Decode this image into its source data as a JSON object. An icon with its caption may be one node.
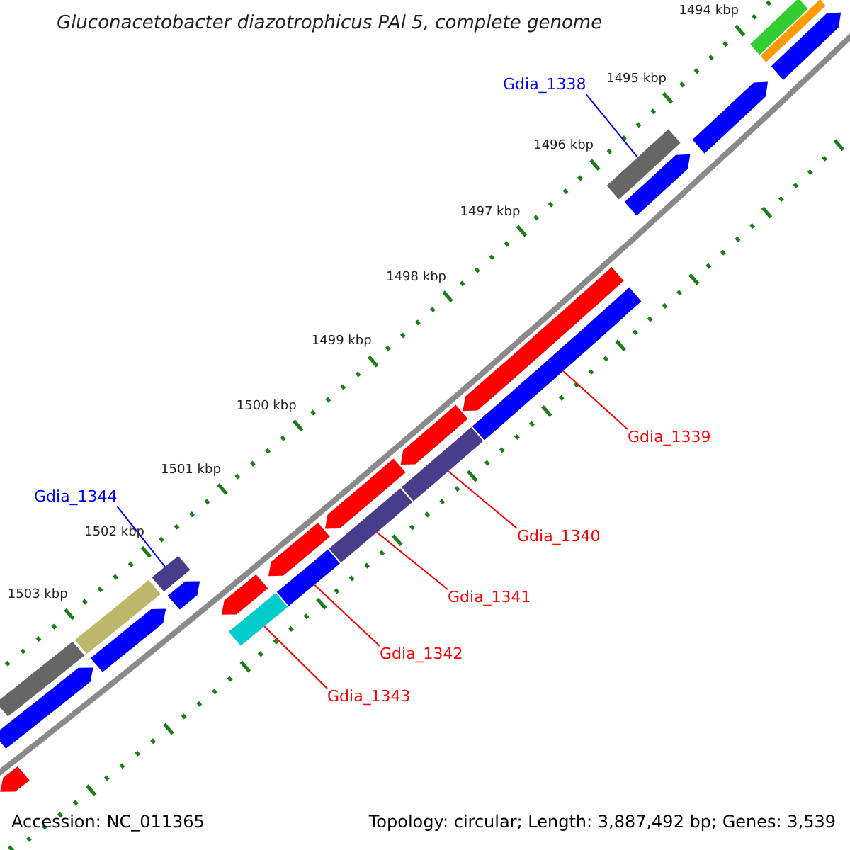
{
  "diagram": {
    "title": "Gluconacetobacter diazotrophicus PAl 5, complete genome",
    "nodes": [
      {
        "text": [
          "Gdia_1338"
        ]
      },
      {
        "text": [],
        "shape": "bar"
      },
      {
        "text": [
          "Gdia_1339"
        ]
      },
      {
        "text": [],
        "shape": "bar"
      },
      {
        "text": [
          "Gdia_1344"
        ]
      },
      {
        "text": [],
        "shape": "bar"
      },
      {
        "text": [
          "Gdia_1340"
        ]
      },
      {
        "text": [],
        "shape": "bar"
      },
      {
        "text": [
          "Gdia_1341"
        ]
      },
      {
        "text": [],
        "shape": "bar"
      },
      {
        "text": [
          "Gdia_1342"
        ]
      },
      {
        "text": [],
        "shape": "bar"
      },
      {
        "text": [
          "Gdia_1343"
        ]
      },
      {
        "text": [],
        "shape": "bar"
      },
      {
        "text": [],
        "shape": "bar"
      },
      {
        "text": [],
        "shape": "bar"
      },
      {
        "text": [],
        "shape": "bar"
      },
      {
        "text": [],
        "shape": "bar"
      },
      {
        "text": [],
        "shape": "bar"
      },
      {
        "text": [],
        "shape": "bar"
      },
      {
        "text": [],
        "shape": "bar"
      },
      {
        "text": [],
        "shape": "bar"
      },
      {
        "text": [],
        "shape": "bar"
      },
      {
        "text": [],
        "shape": "bar"
      },
      {
        "text": [],
        "shape": "bar"
      },
      {
        "text": [],
        "shape": "bar"
      },
      {
        "text": [],
        "shape": "bar"
      },
      {
        "text": [],
        "shape": "bar"
      },
      {
        "text": [],
        "shape": "bar"
      },
      {
        "text": [],
        "shape": "bar"
      }
    ],
    "edges": [
      {
        "from": 0,
        "to": 1,
        "arrow": "none",
        "color": "#0000ff"
      },
      {
        "from": 2,
        "to": 3,
        "arrow": "none"
      },
      {
        "from": 4,
        "to": 5,
        "arrow": "none",
        "color": "#0000ff"
      },
      {
        "from": 6,
        "to": 7,
        "arrow": "none"
      },
      {
        "from": 8,
        "to": 9,
        "arrow": "none"
      },
      {
        "from": 10,
        "to": 11,
        "arrow": "none"
      },
      {
        "from": 12,
        "to": 13,
        "arrow": "none"
      }
    ],
    "labels": [
      "1494 kbp",
      "1495 kbp",
      "1496 kbp",
      "1497 kbp",
      "1498 kbp",
      "1499 kbp",
      "1500 kbp",
      "1501 kbp",
      "1502 kbp",
      "1503 kbp",
      "Accession: NC_011365",
      "Topology: circular; Length: 3,887,492 bp; Genes: 3,539"
    ]
  }
}
